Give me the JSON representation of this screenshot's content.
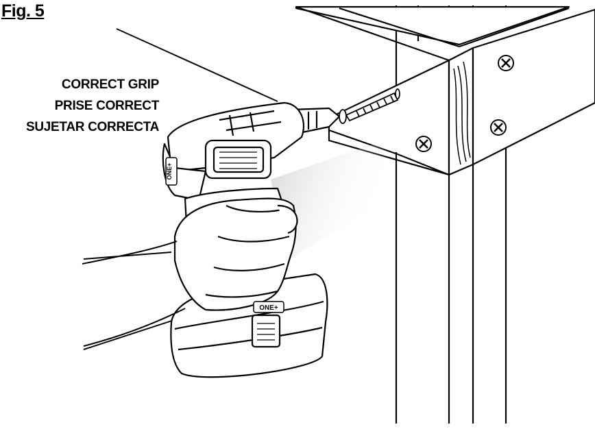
{
  "figure": {
    "label": "Fig. 5",
    "captions": [
      "CORRECT GRIP",
      "PRISE CORRECT",
      "SUJETAR CORRECTA"
    ]
  },
  "tool": {
    "brand_badges": [
      "ONE+",
      "ONE+"
    ]
  },
  "colors": {
    "ink": "#000000",
    "paper": "#ffffff",
    "light_beam": "#d9d9d9"
  }
}
